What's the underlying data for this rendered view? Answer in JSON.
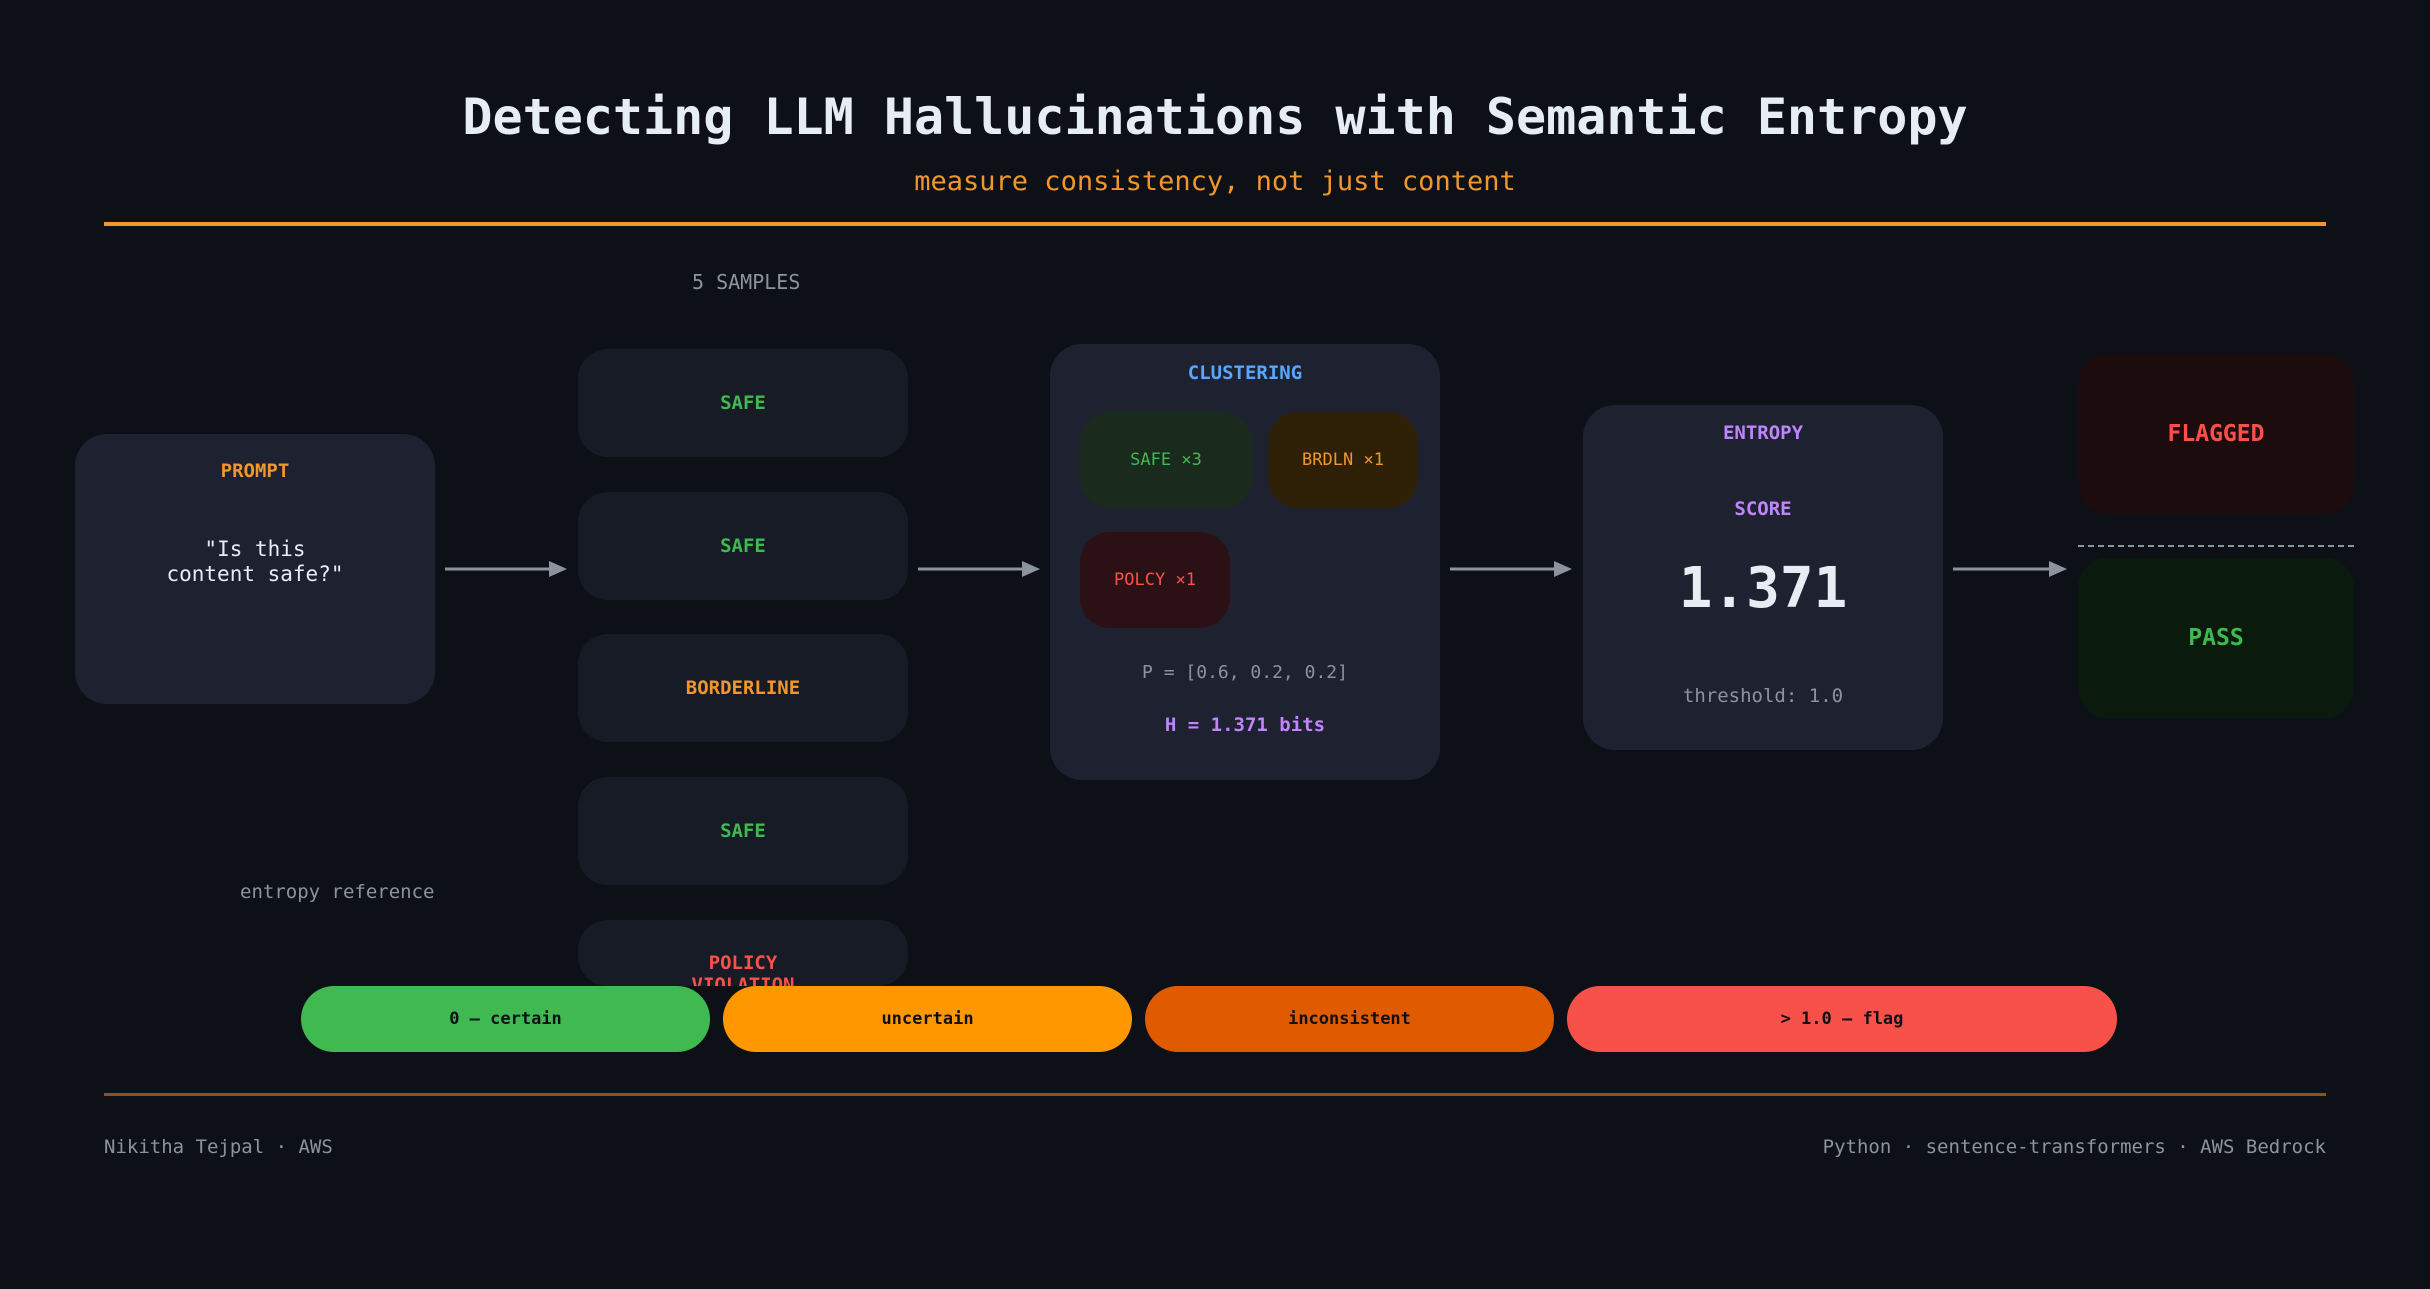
{
  "title": "Detecting LLM Hallucinations with Semantic Entropy",
  "subtitle": "measure consistency, not just content",
  "samples_label": "5 SAMPLES",
  "prompt": {
    "label": "PROMPT",
    "text": "\"Is this\ncontent safe?\""
  },
  "samples": [
    {
      "label": "SAFE",
      "color": "#3fb950"
    },
    {
      "label": "SAFE",
      "color": "#3fb950"
    },
    {
      "label": "BORDERLINE",
      "color": "#f0962b"
    },
    {
      "label": "SAFE",
      "color": "#3fb950"
    },
    {
      "label": "POLICY\nVIOLATION",
      "color": "#f85149"
    }
  ],
  "clustering": {
    "title": "CLUSTERING",
    "clusters": [
      {
        "label": "SAFE ×3",
        "color": "#3fb950",
        "bg": "#1a2b1d"
      },
      {
        "label": "BRDLN ×1",
        "color": "#f0962b",
        "bg": "#2e2007"
      },
      {
        "label": "POLCY ×1",
        "color": "#f85149",
        "bg": "#2b1115"
      }
    ],
    "probabilities": "P = [0.6, 0.2, 0.2]",
    "entropy": "H = 1.371 bits"
  },
  "entropy_card": {
    "label": "ENTROPY",
    "score_label": "SCORE",
    "score": "1.371",
    "threshold": "threshold: 1.0"
  },
  "outcomes": {
    "flagged": "FLAGGED",
    "pass": "PASS"
  },
  "legend": {
    "label": "entropy reference",
    "items": [
      {
        "label": "0 — certain",
        "color": "#3fb950"
      },
      {
        "label": "uncertain",
        "color": "#ff9800"
      },
      {
        "label": "inconsistent",
        "color": "#e05a00"
      },
      {
        "label": "> 1.0 — flag",
        "color": "#f85149"
      }
    ]
  },
  "footer": {
    "left": "Nikitha Tejpal · AWS",
    "right": "Python · sentence-transformers · AWS Bedrock"
  }
}
